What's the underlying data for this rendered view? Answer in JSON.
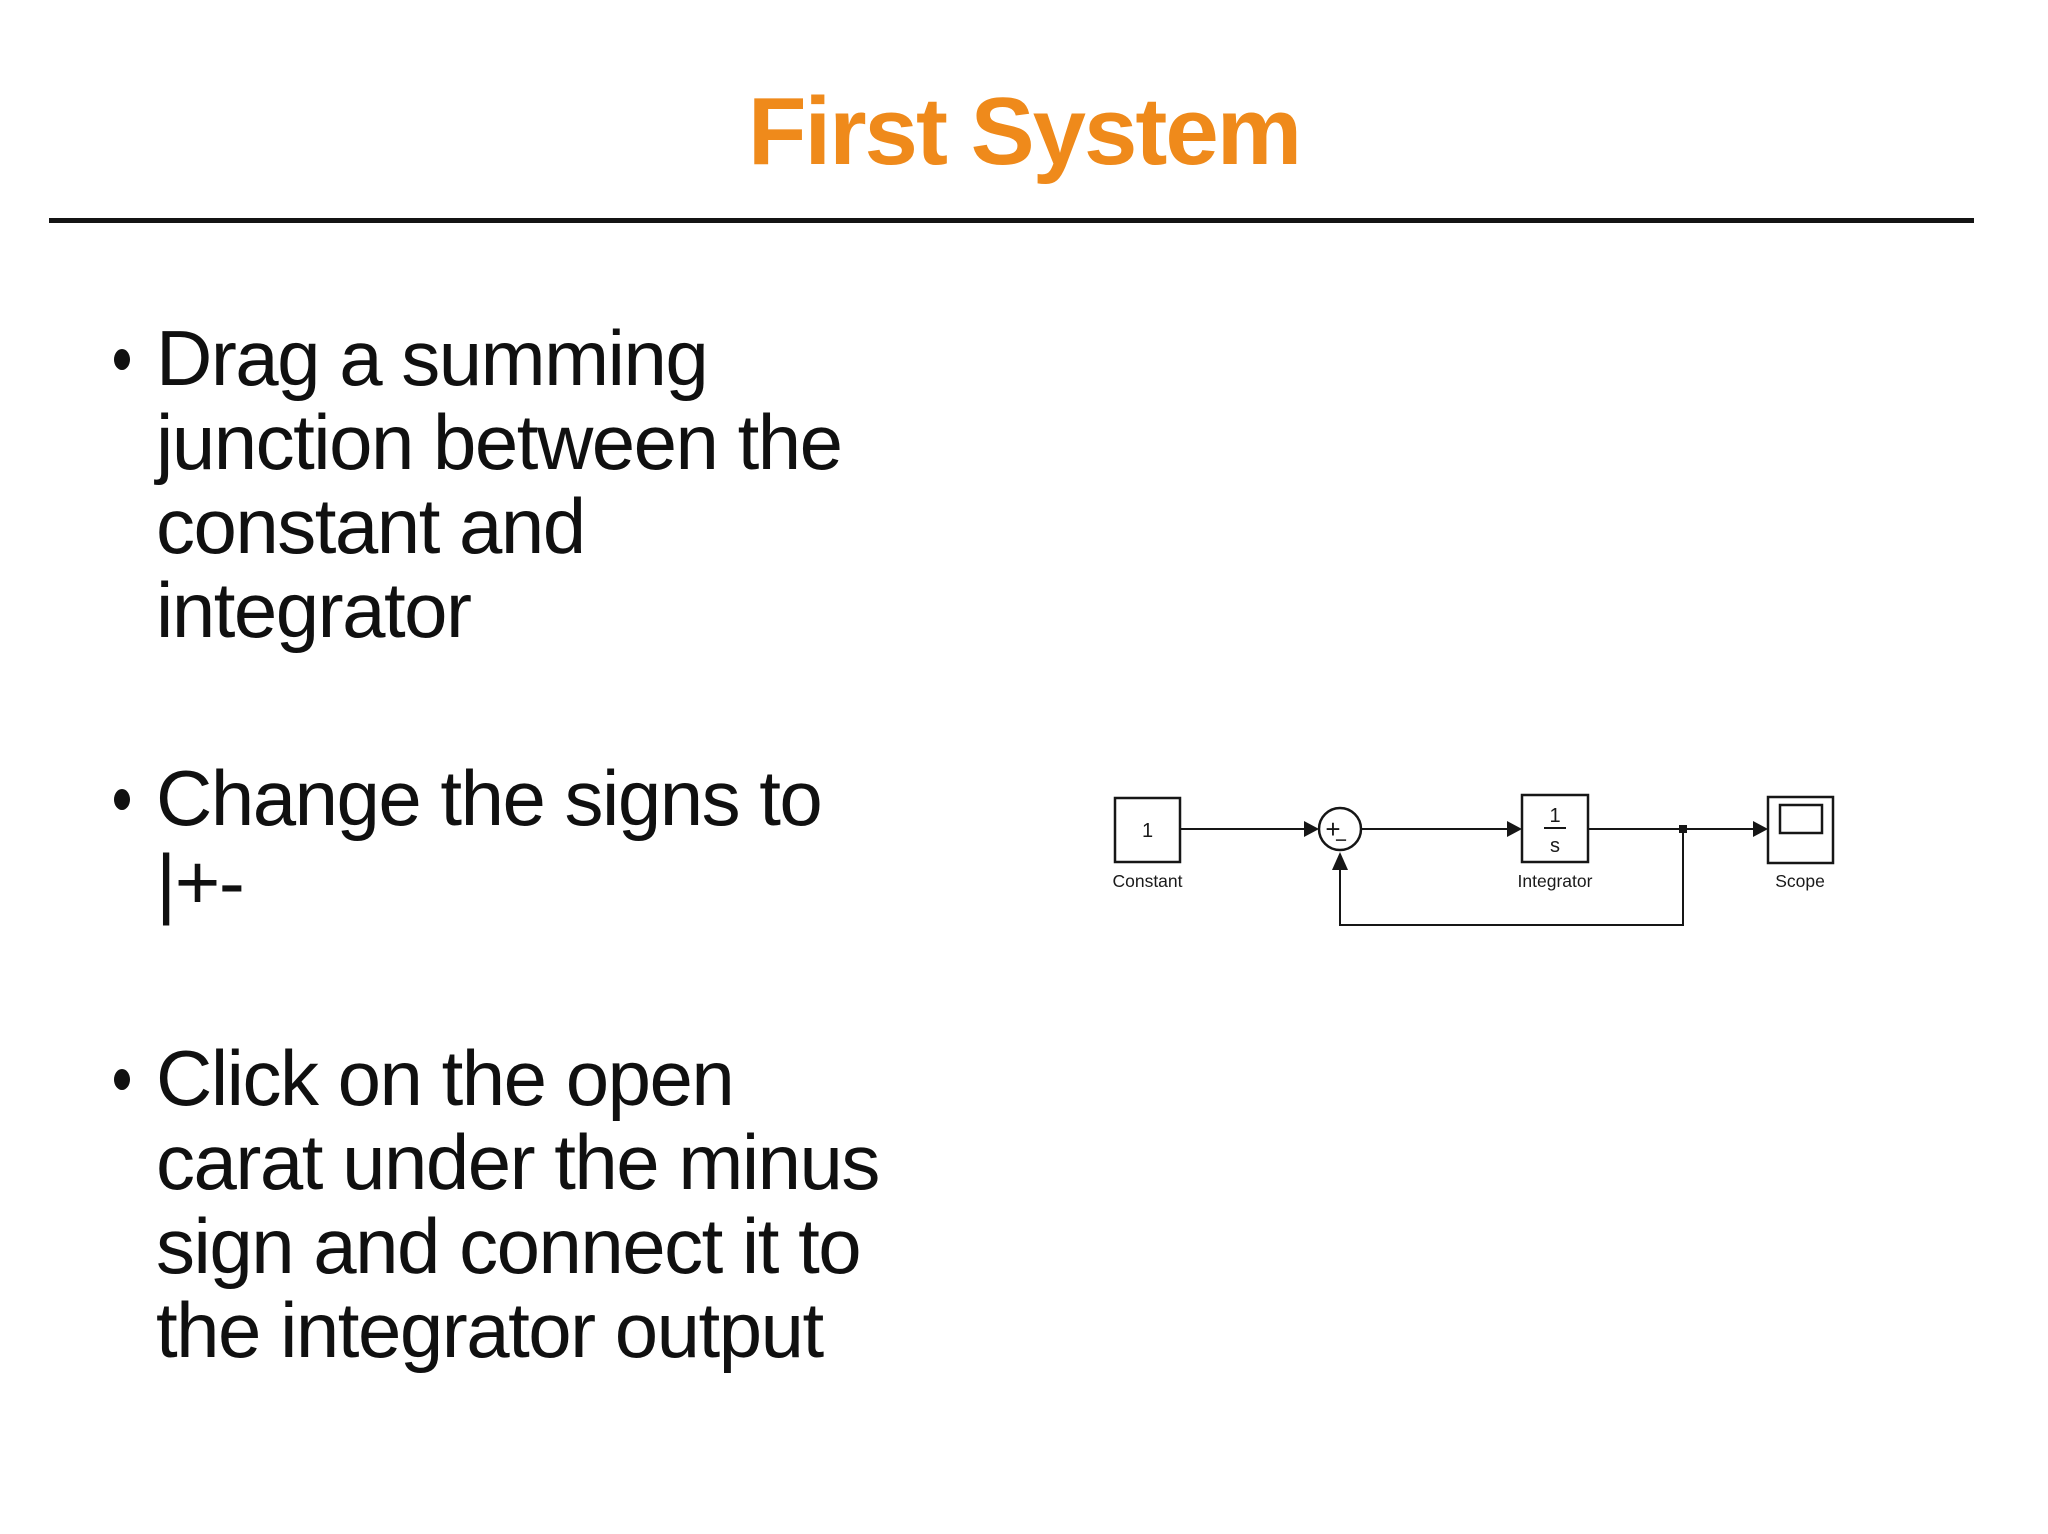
{
  "slide": {
    "title": "First System",
    "title_color": "#EF8A1B",
    "text_color": "#101010",
    "rule_color": "#141414",
    "background_color": "#ffffff"
  },
  "bullets": [
    {
      "lines": [
        "Drag a summing",
        "junction between the",
        "constant and",
        "integrator"
      ]
    },
    {
      "lines": [
        "Change the signs to",
        "|+-"
      ]
    },
    {
      "lines": [
        "Click on the open",
        "carat under the minus",
        "sign and connect it to",
        "the integrator output"
      ]
    }
  ],
  "diagram": {
    "line_color": "#161616",
    "constant": {
      "value": "1",
      "label": "Constant"
    },
    "sum": {
      "plus": "+",
      "minus": "−"
    },
    "integrator": {
      "numerator": "1",
      "denominator": "s",
      "label": "Integrator"
    },
    "scope": {
      "label": "Scope"
    }
  }
}
